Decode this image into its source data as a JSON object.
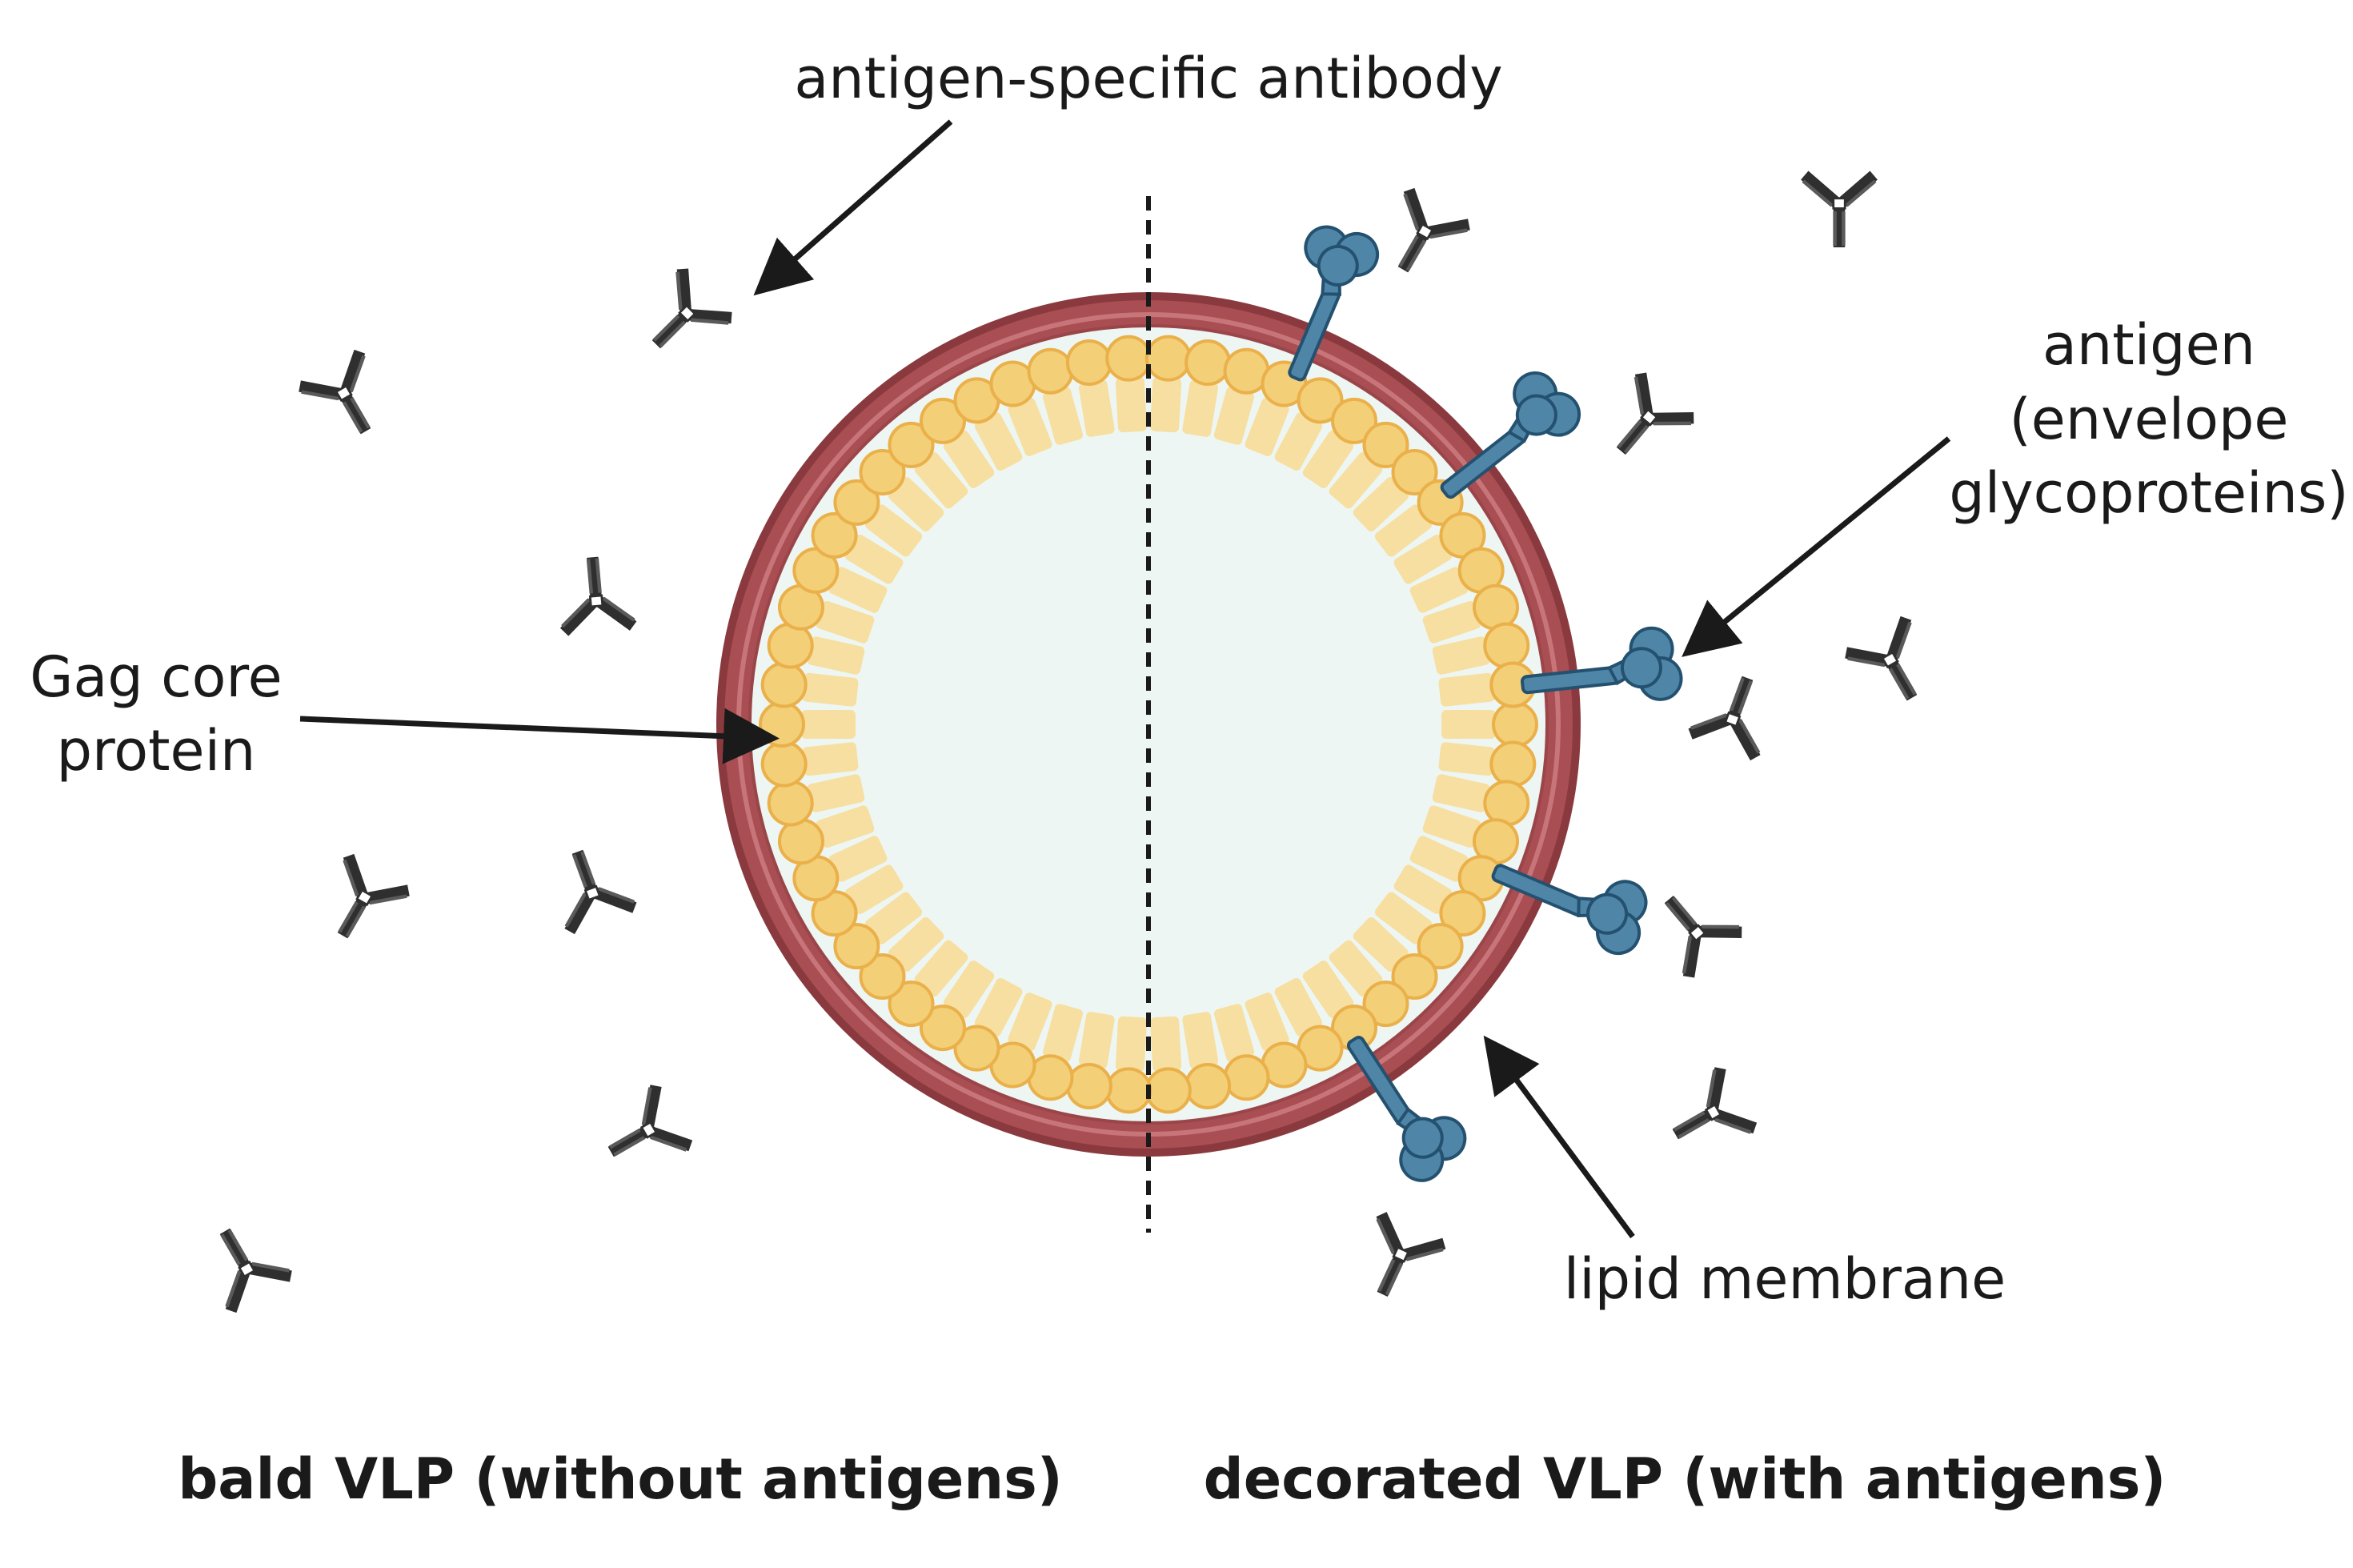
{
  "labels": {
    "antibody": "antigen-specific antibody",
    "antigen_line1": "antigen",
    "antigen_line2": "(envelope",
    "antigen_line3": "glycoproteins)",
    "gag_line1": "Gag core",
    "gag_line2": "protein",
    "membrane": "lipid membrane",
    "bald_caption": "bald VLP (without antigens)",
    "decorated_caption": "decorated VLP (with antigens)"
  },
  "colors": {
    "membrane": "#a94e52",
    "membrane_dark": "#8a3a3e",
    "interior": "#eef6f3",
    "gag_bead": "#f3cf78",
    "gag_bead_edge": "#eab04a",
    "gag_stalk": "#f6dfa0",
    "antigen": "#4f86a8",
    "antigen_dark": "#24516f",
    "antibody": "#333333",
    "text": "#1a1a1a"
  },
  "icons": {
    "antibody": "y-shaped-antibody-icon",
    "antigen": "glycoprotein-icon",
    "arrow": "arrow-icon"
  }
}
